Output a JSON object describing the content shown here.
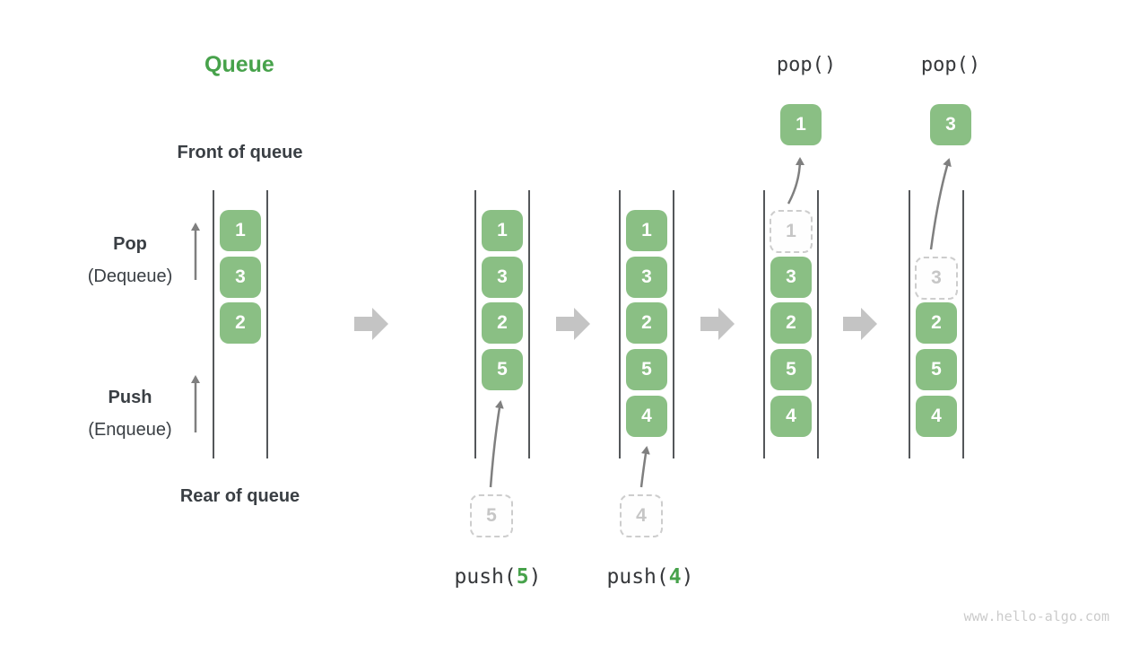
{
  "header": {
    "title": "Queue"
  },
  "side_labels": {
    "front": "Front of queue",
    "rear": "Rear of queue",
    "pop_title": "Pop",
    "pop_sub": "(Dequeue)",
    "push_title": "Push",
    "push_sub": "(Enqueue)"
  },
  "columns": [
    {
      "boxes": [
        "1",
        "3",
        "2"
      ]
    },
    {
      "boxes": [
        "1",
        "3",
        "2",
        "5"
      ],
      "incoming_value": "5",
      "op_prefix": "push(",
      "op_arg": "5",
      "op_suffix": ")"
    },
    {
      "boxes": [
        "1",
        "3",
        "2",
        "5",
        "4"
      ],
      "incoming_value": "4",
      "op_prefix": "push(",
      "op_arg": "4",
      "op_suffix": ")"
    },
    {
      "ghost_value": "1",
      "boxes": [
        "3",
        "2",
        "5",
        "4"
      ],
      "popped_value": "1",
      "op_label": "pop()"
    },
    {
      "ghost_value": "3",
      "boxes": [
        "2",
        "5",
        "4"
      ],
      "popped_value": "3",
      "op_label": "pop()"
    }
  ],
  "colors": {
    "accent_green": "#47a24b",
    "box_green": "#8abf84",
    "ghost_gray": "#c6c6c6",
    "rail_gray": "#54575a",
    "block_arrow_gray": "#c4c4c4",
    "thin_arrow_gray": "#7f7f7f",
    "label_dark": "#3a3f44"
  },
  "watermark": "www.hello-algo.com"
}
